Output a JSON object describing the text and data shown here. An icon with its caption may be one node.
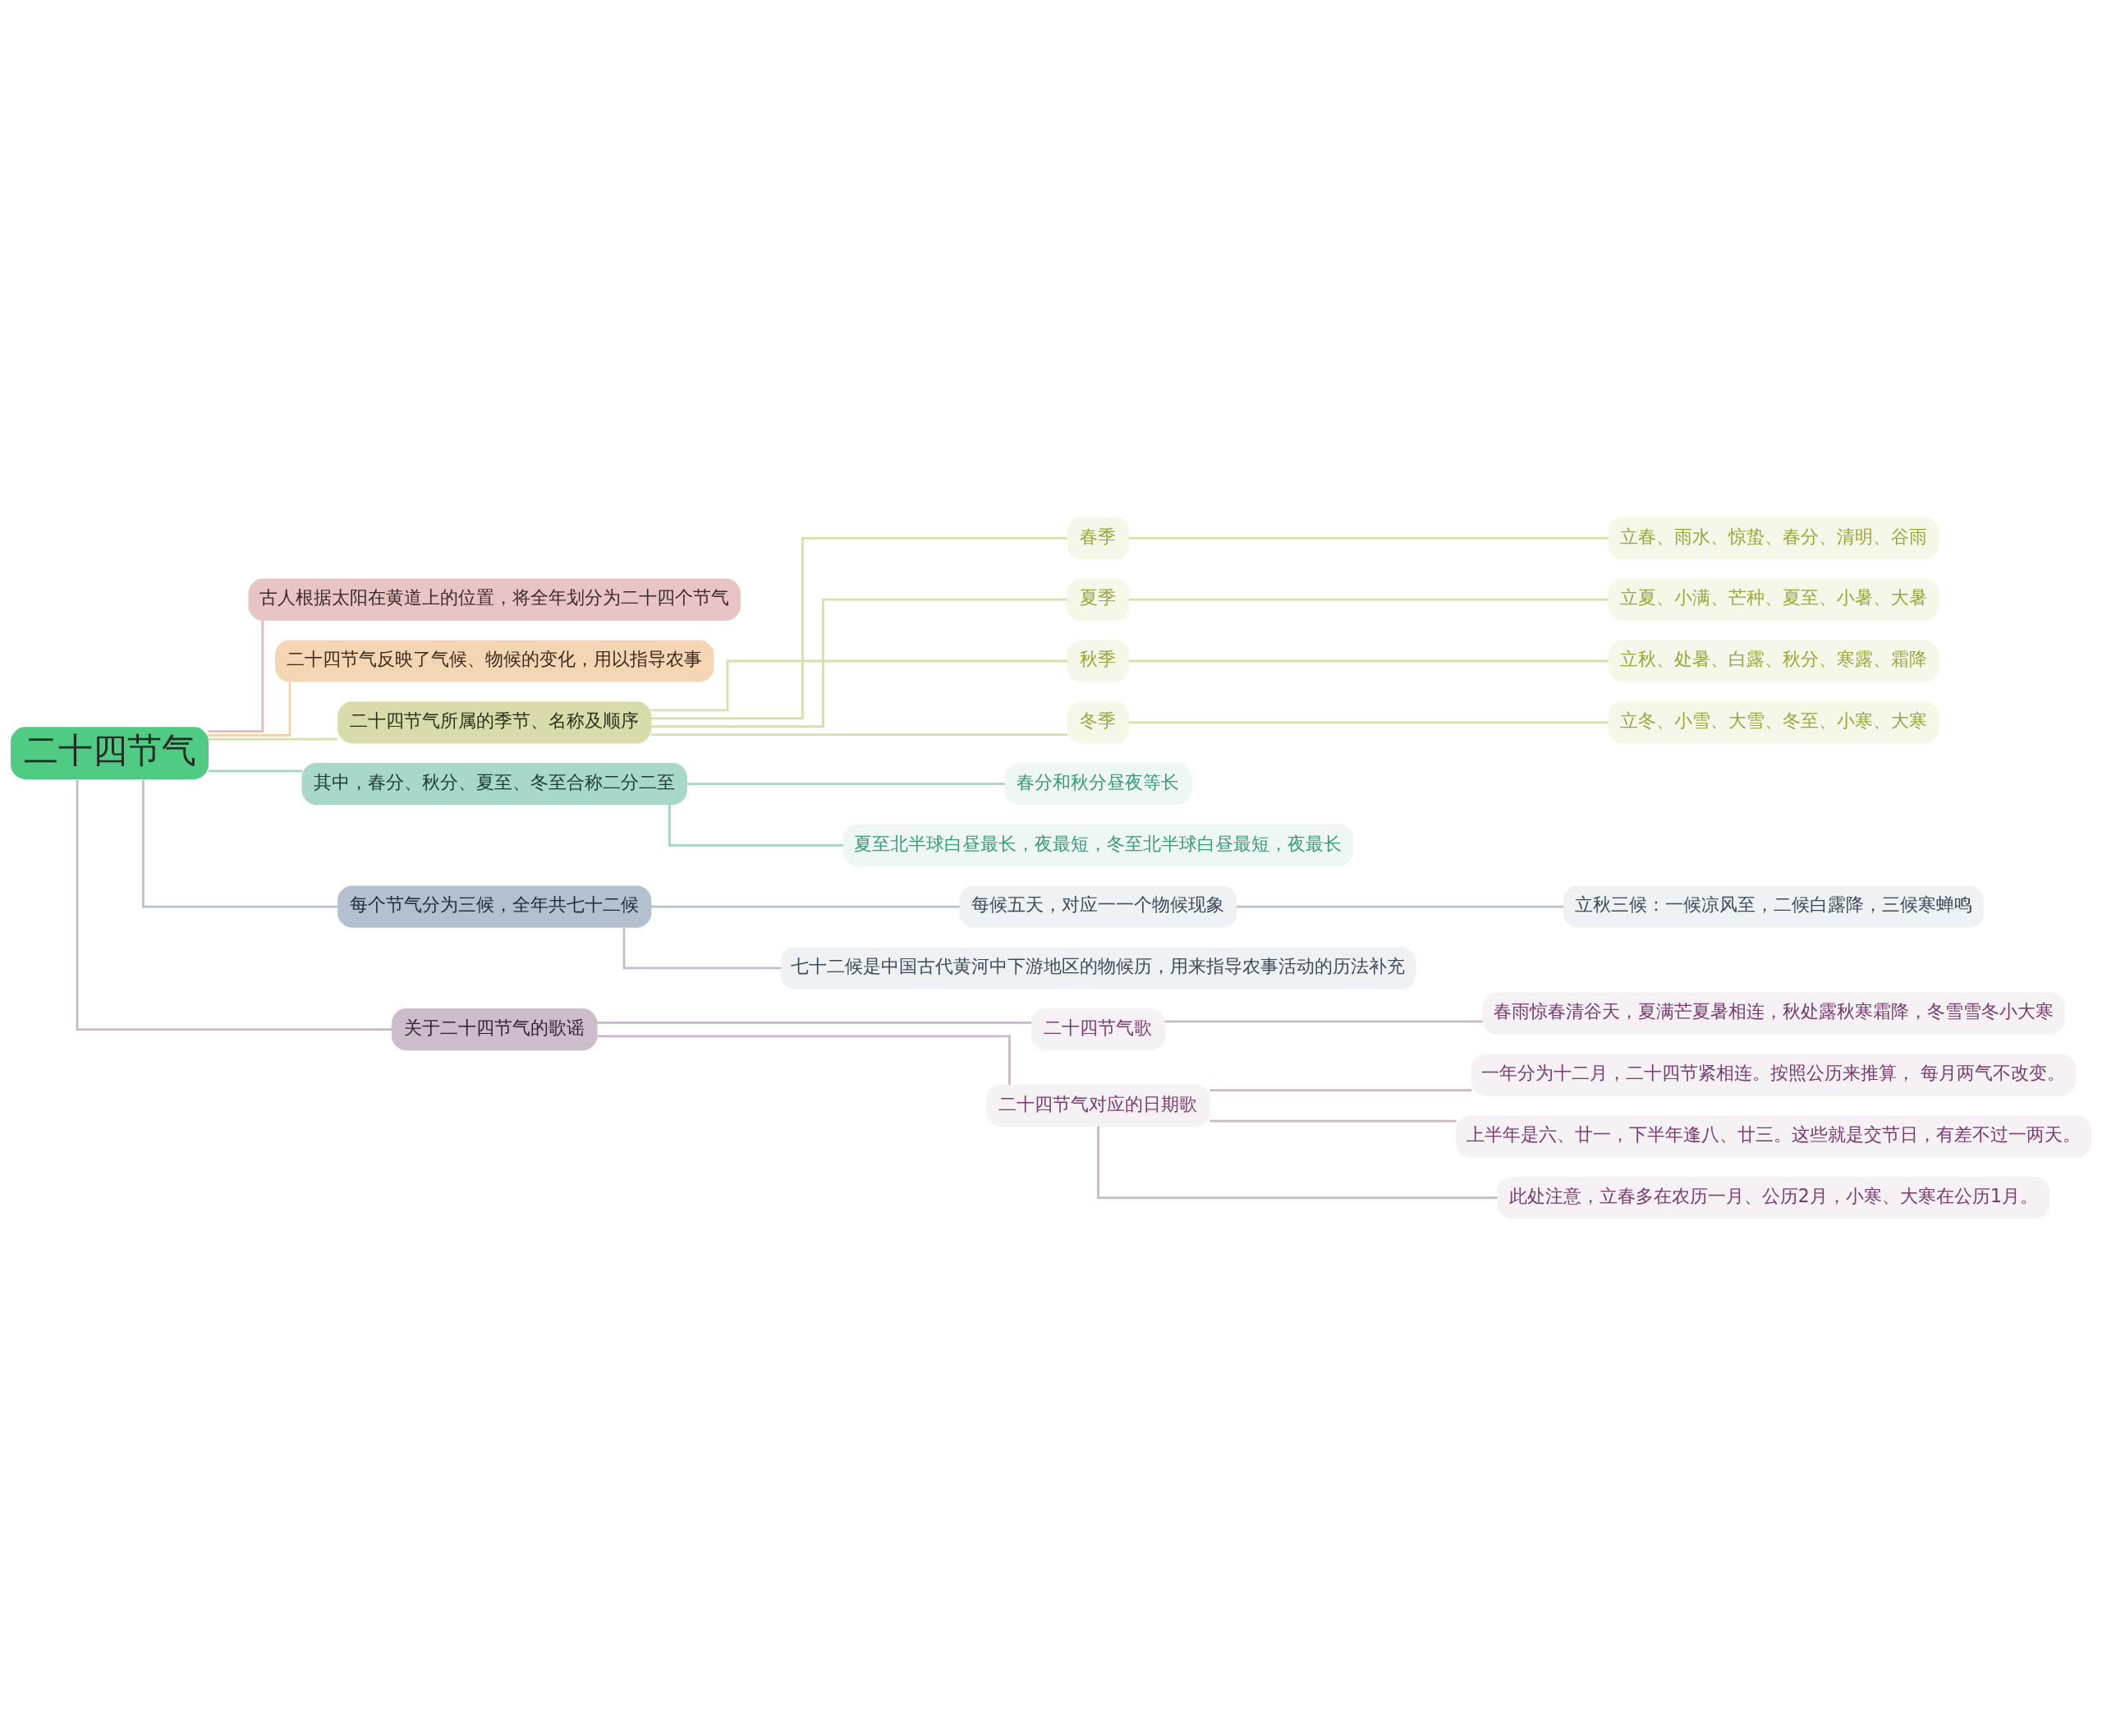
{
  "diagram": {
    "nodes": [
      {
        "text": [
          "二十四节气"
        ]
      },
      {
        "text": [
          "古人根据太阳在黄道上的位置，将全年划分为二十四个节气"
        ]
      },
      {
        "text": [
          "二十四节气反映了气候、物候的变化，用以指导农事"
        ]
      },
      {
        "text": [
          "二十四节气所属的季节、名称及顺序"
        ]
      },
      {
        "text": [
          "春季"
        ]
      },
      {
        "text": [
          "立春、雨水、惊蛰、春分、清明、谷雨"
        ]
      },
      {
        "text": [
          "夏季"
        ]
      },
      {
        "text": [
          "立夏、小满、芒种、夏至、小暑、大暑"
        ]
      },
      {
        "text": [
          "秋季"
        ]
      },
      {
        "text": [
          "立秋、处暑、白露、秋分、寒露、霜降"
        ]
      },
      {
        "text": [
          "冬季"
        ]
      },
      {
        "text": [
          "立冬、小雪、大雪、冬至、小寒、大寒"
        ]
      },
      {
        "text": [
          "其中，春分、秋分、夏至、冬至合称二分二至"
        ]
      },
      {
        "text": [
          "春分和秋分昼夜等长"
        ]
      },
      {
        "text": [
          "夏至北半球白昼最长，夜最短，冬至北半球白昼最短，夜最长"
        ]
      },
      {
        "text": [
          "每个节气分为三候，全年共七十二候"
        ]
      },
      {
        "text": [
          "每候五天，对应一一个物候现象"
        ]
      },
      {
        "text": [
          "立秋三候：一候凉风至，二候白露降，三候寒蝉鸣"
        ]
      },
      {
        "text": [
          "七十二候是中国古代黄河中下游地区的物候历，用来指导农事活动的历法补充"
        ]
      },
      {
        "text": [
          "关于二十四节气的歌谣"
        ]
      },
      {
        "text": [
          "二十四节气歌"
        ]
      },
      {
        "text": [
          "春雨惊春清谷天，夏满芒夏暑相连，秋处露秋寒霜降，冬雪雪冬小大寒"
        ]
      },
      {
        "text": [
          "二十四节气对应的日期歌"
        ]
      },
      {
        "text": [
          "一年分为十二月，二十四节紧相连。按照公历来推算， 每月两气不改变。"
        ]
      },
      {
        "text": [
          "上半年是六、廿一，下半年逢八、廿三。这些就是交节日，有差不过一两天。"
        ]
      },
      {
        "text": [
          "此处注意，立春多在农历一月、公历2月，小寒、大寒在公历1月。"
        ]
      }
    ],
    "edges": [
      {
        "from": 0,
        "to": 1,
        "arrow": "none",
        "color": "#e2b8b8"
      },
      {
        "from": 0,
        "to": 2,
        "arrow": "none",
        "color": "#f2cfa5"
      },
      {
        "from": 0,
        "to": 3,
        "arrow": "none",
        "color": "#dadea8"
      },
      {
        "from": 3,
        "to": 4,
        "arrow": "none",
        "color": "#dadea8"
      },
      {
        "from": 4,
        "to": 5,
        "arrow": "none",
        "color": "#dadea8"
      },
      {
        "from": 3,
        "to": 6,
        "arrow": "none",
        "color": "#dadea8"
      },
      {
        "from": 6,
        "to": 7,
        "arrow": "none",
        "color": "#dadea8"
      },
      {
        "from": 3,
        "to": 8,
        "arrow": "none",
        "color": "#dadea8"
      },
      {
        "from": 8,
        "to": 9,
        "arrow": "none",
        "color": "#dadea8"
      },
      {
        "from": 3,
        "to": 10,
        "arrow": "none",
        "color": "#dadea8"
      },
      {
        "from": 10,
        "to": 11,
        "arrow": "none",
        "color": "#dadea8"
      },
      {
        "from": 0,
        "to": 12,
        "arrow": "none",
        "color": "#a6d6c8"
      },
      {
        "from": 12,
        "to": 13,
        "arrow": "none",
        "color": "#a6d6c8"
      },
      {
        "from": 12,
        "to": 14,
        "arrow": "none",
        "color": "#a6d6c8"
      },
      {
        "from": 0,
        "to": 15,
        "arrow": "none",
        "color": "#b8c2d0"
      },
      {
        "from": 15,
        "to": 16,
        "arrow": "none",
        "color": "#b8c2d0"
      },
      {
        "from": 16,
        "to": 17,
        "arrow": "none",
        "color": "#b8c2d0"
      },
      {
        "from": 15,
        "to": 18,
        "arrow": "none",
        "color": "#b8c2d0"
      },
      {
        "from": 0,
        "to": 19,
        "arrow": "none",
        "color": "#c8b8c8"
      },
      {
        "from": 19,
        "to": 20,
        "arrow": "none",
        "color": "#c8b8c8"
      },
      {
        "from": 20,
        "to": 21,
        "arrow": "none",
        "color": "#c8b8c8"
      },
      {
        "from": 19,
        "to": 22,
        "arrow": "none",
        "color": "#c8b8c8"
      },
      {
        "from": 22,
        "to": 23,
        "arrow": "none",
        "color": "#c8b8c8"
      },
      {
        "from": 22,
        "to": 24,
        "arrow": "none",
        "color": "#c8b8c8"
      },
      {
        "from": 22,
        "to": 25,
        "arrow": "none",
        "color": "#c8b8c8"
      }
    ]
  }
}
